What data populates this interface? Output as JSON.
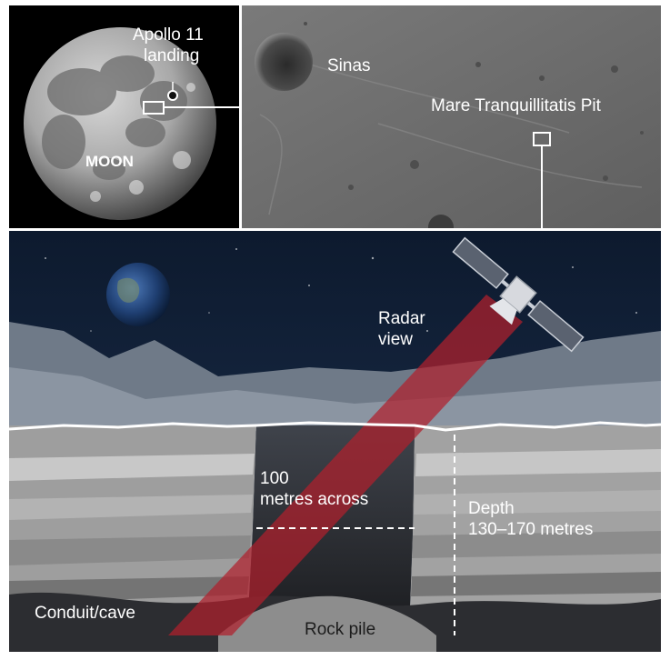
{
  "moon_panel": {
    "moon_label": "MOON",
    "landing_label_line1": "Apollo 11",
    "landing_label_line2": "landing"
  },
  "closeup_panel": {
    "crater_label": "Sinas",
    "pit_label": "Mare Tranquillitatis Pit"
  },
  "cross_section": {
    "radar_label_line1": "Radar",
    "radar_label_line2": "view",
    "width_value": "100",
    "width_label": "metres across",
    "depth_label_line1": "Depth",
    "depth_label_line2": "130–170 metres",
    "cave_label": "Conduit/cave",
    "rockpile_label": "Rock pile"
  },
  "colors": {
    "radar_beam": "#b0202c",
    "sky": "#0f1d33",
    "surface_line": "#ffffff"
  }
}
